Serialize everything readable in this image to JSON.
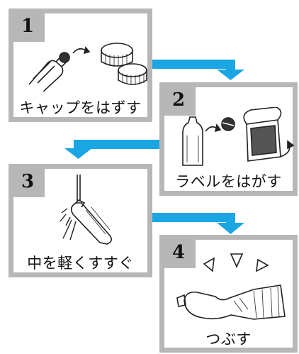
{
  "steps": [
    {
      "number": "1",
      "label": "キャップをはずす"
    },
    {
      "number": "2",
      "label": "ラベルをはがす"
    },
    {
      "number": "3",
      "label": "中を軽くすすぐ"
    },
    {
      "number": "4",
      "label": "つぶす"
    }
  ],
  "colors": {
    "panel_border": "#b7b7b7",
    "arrow": "#1aa6e3"
  }
}
